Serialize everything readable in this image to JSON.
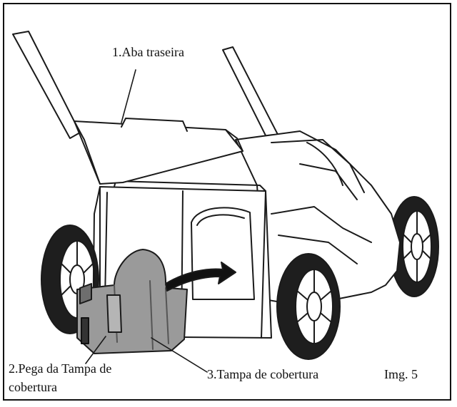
{
  "labels": {
    "rear_flap": "1.Aba traseira",
    "cover_handle_line1": "2.Pega da Tampa de",
    "cover_handle_line2": "cobertura",
    "cover": "3.Tampa de cobertura",
    "figure": "Img. 5"
  },
  "colors": {
    "line": "#1a1a1a",
    "cover_fill": "#9a9a9a",
    "cover_dark": "#6e6e6e",
    "tire": "#1e1e1e",
    "background": "#ffffff"
  }
}
